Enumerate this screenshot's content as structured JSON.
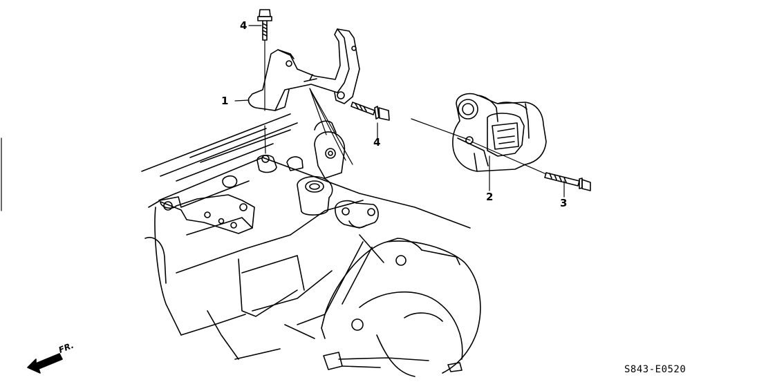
{
  "callouts": {
    "c1": "1",
    "c2": "2",
    "c3": "3",
    "c4_top": "4",
    "c4_mid": "4"
  },
  "front_indicator": "FR.",
  "diagram_code": "S843-E0520",
  "colors": {
    "line": "#000000",
    "background": "#ffffff"
  }
}
